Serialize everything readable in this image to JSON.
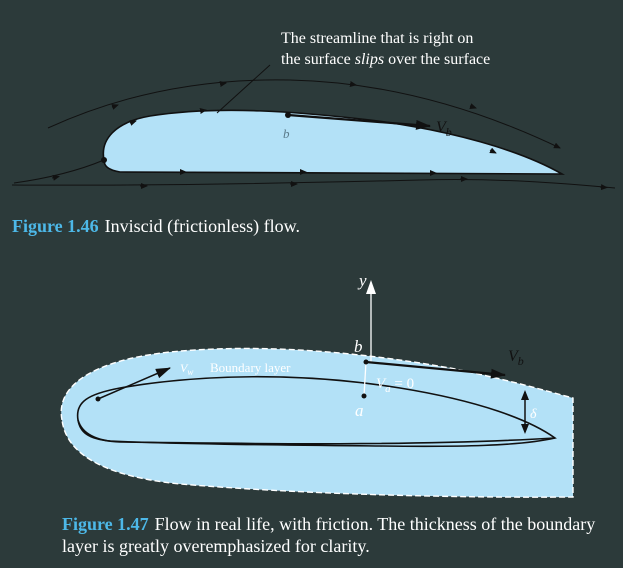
{
  "figure1": {
    "annotation_line1": "The streamline that is right on",
    "annotation_line2_pre": "the surface ",
    "annotation_line2_em": "slips",
    "annotation_line2_post": " over the surface",
    "point_b": "b",
    "velocity_main": "V",
    "velocity_sub": "b",
    "caption_number": "Figure 1.46",
    "caption_text": "Inviscid (frictionless) flow."
  },
  "figure2": {
    "axis_y": "y",
    "point_b": "b",
    "point_a": "a",
    "velocity_main": "V",
    "velocity_sub": "b",
    "surface_velocity_main": "V",
    "surface_velocity_sub": "a",
    "surface_velocity_eq": " = 0",
    "boundary_layer_label": "Boundary layer",
    "wall_velocity_label": "V",
    "wall_velocity_sub": "w",
    "thickness_symbol": "δ",
    "caption_number": "Figure 1.47",
    "caption_text": "Flow in real life, with friction. The thickness of the boundary layer is greatly overemphasized for clarity."
  },
  "colors": {
    "background": "#2c3a3a",
    "airfoil_fill": "#b3e1f7",
    "caption_accent": "#4db8e8",
    "line": "#1a1a1a"
  }
}
